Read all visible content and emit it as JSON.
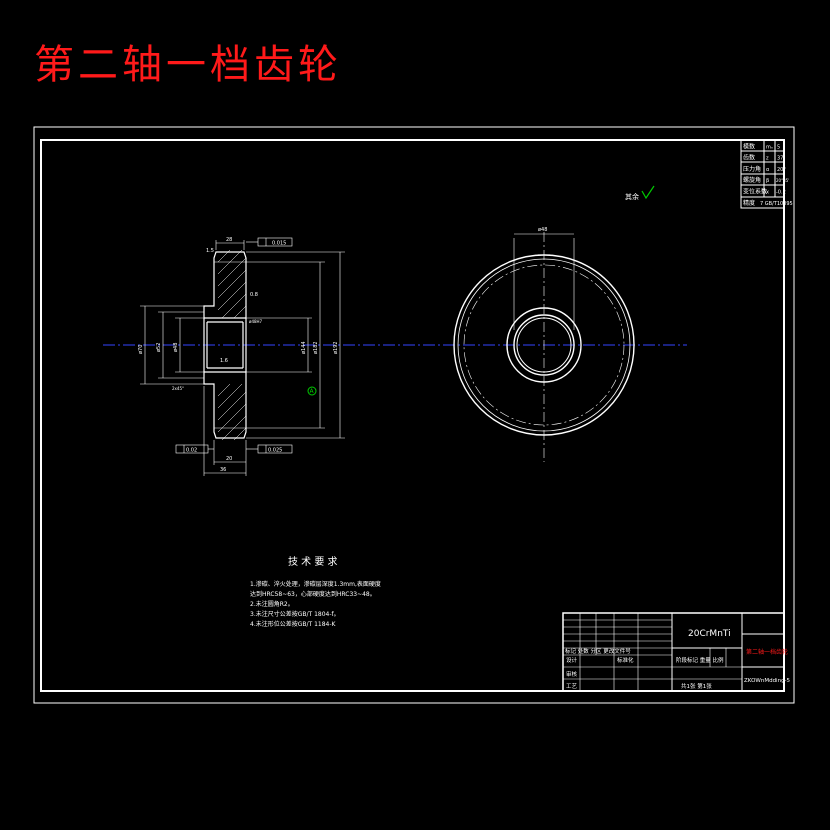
{
  "title": "第二轴一档齿轮",
  "params": [
    {
      "label": "模数",
      "sym": "mₙ",
      "val": "5"
    },
    {
      "label": "齿数",
      "sym": "z",
      "val": "37"
    },
    {
      "label": "压力角",
      "sym": "α",
      "val": "20°"
    },
    {
      "label": "螺旋角",
      "sym": "β",
      "val": "20°35'"
    },
    {
      "label": "变位系数",
      "sym": "x",
      "val": "-0.2"
    },
    {
      "label": "精度",
      "sym": "",
      "val": "7 GB/T10095"
    }
  ],
  "roughness_note": "其余",
  "tech_title": "技 术 要 求",
  "tech_lines": [
    "1.渗碳、淬火处理，渗碳层深度1.3mm,表面硬度",
    "  达到HRC58~63，心部硬度达到HRC33~48。",
    "2.未注圆角R2。",
    "3.未注尺寸公差按GB/T 1804-f。",
    "4.未注形位公差按GB/T 1184-K"
  ],
  "dims": {
    "width_top": "28",
    "chamfer": "1.5",
    "hub_left": "1.6",
    "runout_top": "0.015",
    "tooth_rough": "0.8",
    "bore_tol": "ø48H7",
    "chamfer_bottom": "2x45°",
    "dia_small": "ø70",
    "dia_hub": "ø52",
    "dia_bore": "ø48",
    "dia_root": "ø144",
    "dia_pitch": "ø182",
    "dia_tip": "ø192",
    "datum": "A",
    "runout_bl": "0.02",
    "runout_br": "0.025",
    "width_hub": "20",
    "width_total": "36",
    "front_bore": "ø48"
  },
  "titleblock": {
    "material": "20CrMnTi",
    "part_name": "第二轴一档齿轮",
    "drawing_no": "ZKOWnMdding-5",
    "sheet": "共1张  第1张",
    "row1": "标记 处数 分区 更改文件号",
    "row2": "设计",
    "row2b": "标准化",
    "stage": "阶段标记 重量 比例",
    "review": "审核",
    "process": "工艺"
  },
  "colors": {
    "line": "#ffffff",
    "title": "#ff1a1a",
    "center": "#3344ff",
    "accent": "#00cc00"
  }
}
